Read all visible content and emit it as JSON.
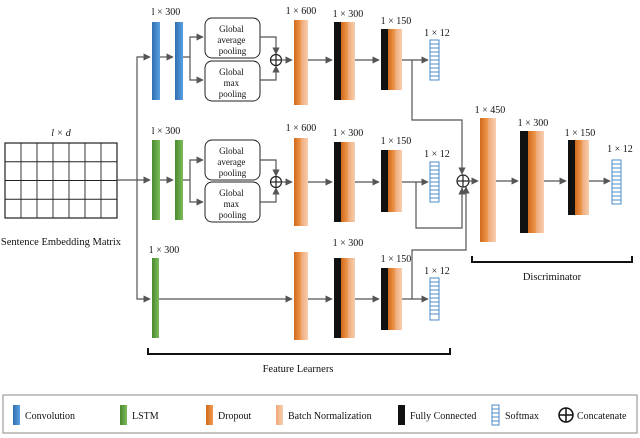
{
  "input": {
    "dim_label": "l × d",
    "caption": "Sentence Embedding Matrix"
  },
  "branch1": {
    "conv_dim": "l × 300",
    "pool_avg": [
      "Global",
      "average",
      "pooling"
    ],
    "pool_max": [
      "Global",
      "max",
      "pooling"
    ],
    "dim_600": "1 × 600",
    "dim_300": "1 × 300",
    "dim_150": "1 × 150",
    "dim_12": "1 × 12"
  },
  "branch2": {
    "lstm_dim": "l × 300",
    "pool_avg": [
      "Global",
      "average",
      "pooling"
    ],
    "pool_max": [
      "Global",
      "max",
      "pooling"
    ],
    "dim_600": "1 × 600",
    "dim_300": "1 × 300",
    "dim_150": "1 × 150",
    "dim_12": "1 × 12"
  },
  "branch3": {
    "dim_in": "1 × 300",
    "dim_300": "1 × 300",
    "dim_150": "1 × 150",
    "dim_12": "1 × 12"
  },
  "discriminator": {
    "dim_450": "1 × 450",
    "dim_300": "1 × 300",
    "dim_150": "1 × 150",
    "dim_12": "1 × 12",
    "caption": "Discriminator"
  },
  "feature_learners_caption": "Feature Learners",
  "legend": {
    "convolution": "Convolution",
    "lstm": "LSTM",
    "dropout": "Dropout",
    "batch_norm": "Batch Normalization",
    "fully_connected": "Fully Connected",
    "softmax": "Softmax",
    "concatenate": "Concatenate"
  },
  "colors": {
    "convolution": "#3a7fc4",
    "lstm": "#5b9a3c",
    "dropout": "#e07b2a",
    "batch_norm": "#f3b98a",
    "fully_connected": "#111111",
    "softmax": "#3a7fc4"
  }
}
